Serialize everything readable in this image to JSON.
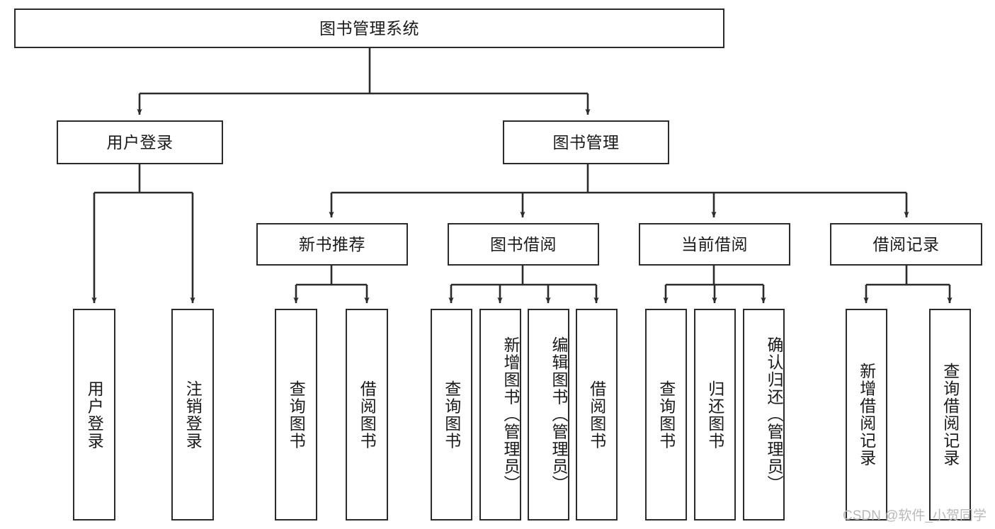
{
  "diagram": {
    "title": "图书管理系统",
    "type": "tree-hierarchy-diagram",
    "root": {
      "id": "root",
      "label": "图书管理系统"
    },
    "level2": [
      {
        "id": "user-login",
        "label": "用户登录"
      },
      {
        "id": "book-management",
        "label": "图书管理"
      }
    ],
    "level3": [
      {
        "id": "new-book-recommend",
        "label": "新书推荐",
        "parent": "book-management"
      },
      {
        "id": "book-borrow",
        "label": "图书借阅",
        "parent": "book-management"
      },
      {
        "id": "current-borrow",
        "label": "当前借阅",
        "parent": "book-management"
      },
      {
        "id": "borrow-record",
        "label": "借阅记录",
        "parent": "book-management"
      }
    ],
    "leaves": {
      "user_login": [
        {
          "id": "leaf-user-login",
          "label": "用户登录"
        },
        {
          "id": "leaf-logout",
          "label": "注销登录"
        }
      ],
      "new_book_recommend": [
        {
          "id": "leaf-query-book-1",
          "label": "查询图书"
        },
        {
          "id": "leaf-borrow-book-1",
          "label": "借阅图书"
        }
      ],
      "book_borrow": [
        {
          "id": "leaf-query-book-2",
          "label": "查询图书"
        },
        {
          "id": "leaf-add-book",
          "label": "新增图书（管理员）"
        },
        {
          "id": "leaf-edit-book",
          "label": "编辑图书（管理员）"
        },
        {
          "id": "leaf-borrow-book-2",
          "label": "借阅图书"
        }
      ],
      "current_borrow": [
        {
          "id": "leaf-query-book-3",
          "label": "查询图书"
        },
        {
          "id": "leaf-return-book",
          "label": "归还图书"
        },
        {
          "id": "leaf-confirm-return",
          "label": "确认归还（管理员）"
        }
      ],
      "borrow_record": [
        {
          "id": "leaf-add-record",
          "label": "新增借阅记录"
        },
        {
          "id": "leaf-query-record",
          "label": "查询借阅记录"
        }
      ]
    }
  },
  "watermark": {
    "text": "CSDN @软件_小贺同学"
  },
  "colors": {
    "stroke": "#2b2b2b",
    "fill": "#ffffff",
    "text": "#1a1a1a",
    "watermark": "#b9b9b9"
  }
}
